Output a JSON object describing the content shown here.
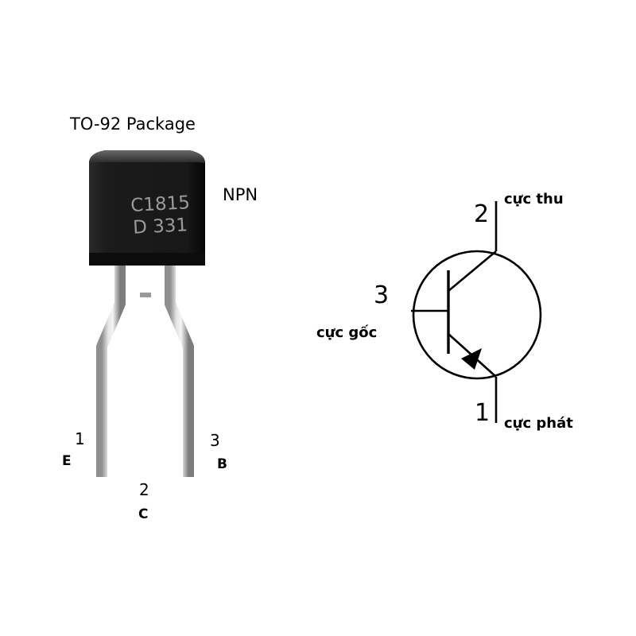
{
  "package": {
    "title": "TO-92 Package",
    "type_label": "NPN",
    "marking_line1": "C1815",
    "marking_line2": "D 331"
  },
  "pins": [
    {
      "number": "1",
      "letter": "E"
    },
    {
      "number": "2",
      "letter": "C"
    },
    {
      "number": "3",
      "letter": "B"
    }
  ],
  "schematic": {
    "collector": {
      "number": "2",
      "label": "cực thu"
    },
    "base": {
      "number": "3",
      "label": "cực gốc"
    },
    "emitter": {
      "number": "1",
      "label": "cực phát"
    }
  }
}
